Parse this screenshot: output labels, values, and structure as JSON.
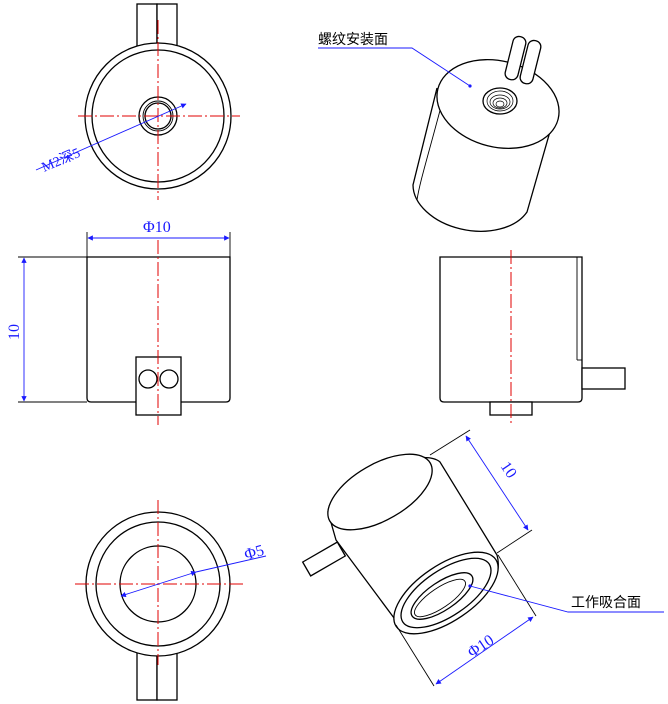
{
  "drawing": {
    "annotations": {
      "thread_surface": "螺纹安装面",
      "working_surface": "工作吸合面"
    },
    "dimensions": {
      "thread_spec": "M2深5",
      "front_diameter": "Φ10",
      "front_height": "10",
      "bottom_inner_diameter": "Φ5",
      "iso_height": "10",
      "iso_diameter": "Φ10"
    }
  }
}
